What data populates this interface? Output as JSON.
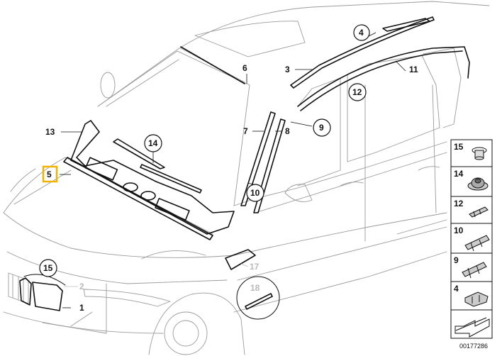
{
  "diagram": {
    "callouts": {
      "c1": "1",
      "c2": "2",
      "c3": "3",
      "c4": "4",
      "c5": "5",
      "c6": "6",
      "c7": "7",
      "c8": "8",
      "c9": "9",
      "c10": "10",
      "c11": "11",
      "c12": "12",
      "c13": "13",
      "c14": "14",
      "c15": "15",
      "c17": "17",
      "c18": "18"
    },
    "selected_callout": "5",
    "highlight_color": "#f0b400",
    "panel": {
      "items": [
        {
          "label": "15",
          "icon": "clip-icon"
        },
        {
          "label": "14",
          "icon": "grommet-icon"
        },
        {
          "label": "12",
          "icon": "clip-icon"
        },
        {
          "label": "10",
          "icon": "clip-icon"
        },
        {
          "label": "9",
          "icon": "clip-icon"
        },
        {
          "label": "4",
          "icon": "clip-icon"
        }
      ]
    },
    "footer_code": "00177286"
  }
}
